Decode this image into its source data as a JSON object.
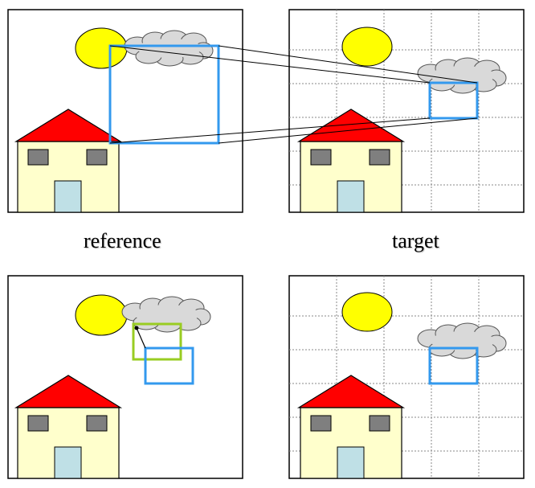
{
  "captions": {
    "reference": "reference",
    "target": "target"
  },
  "colors": {
    "sun": "#ffff00",
    "roof": "#ff0000",
    "house_wall": "#ffffcc",
    "window": "#7f7f7f",
    "door": "#bfe0e6",
    "cloud": "#d9d9d9",
    "blue_box": "#3399ee",
    "green_box": "#99cc22",
    "grid": "#888888"
  },
  "panels": [
    {
      "name": "reference-top",
      "type": "reference"
    },
    {
      "name": "target-top",
      "type": "target"
    },
    {
      "name": "reference-bottom",
      "type": "reference"
    },
    {
      "name": "target-bottom",
      "type": "target"
    }
  ]
}
